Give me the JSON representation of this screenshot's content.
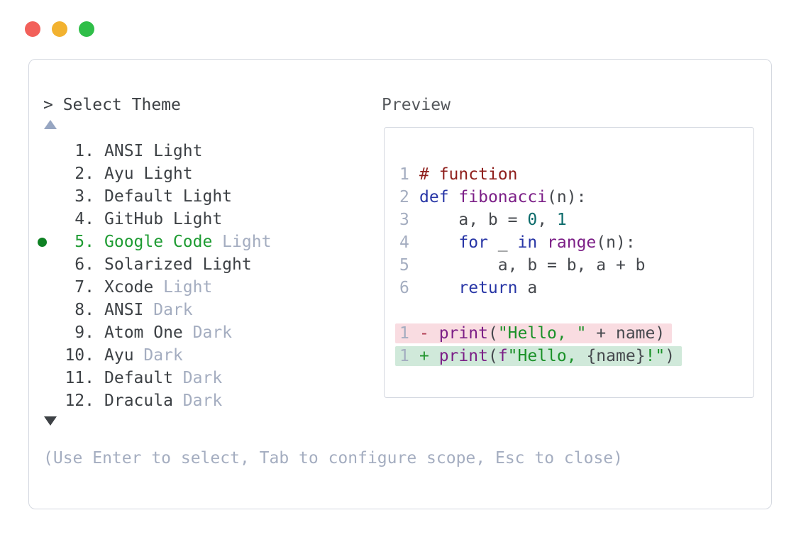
{
  "window": {
    "controls": [
      {
        "name": "close",
        "color": "#f2605a"
      },
      {
        "name": "minimize",
        "color": "#f2b230"
      },
      {
        "name": "zoom",
        "color": "#2fbe48"
      }
    ]
  },
  "picker": {
    "prompt": "> Select Theme",
    "scroll_up_symbol": "▲",
    "scroll_down_symbol": "▼",
    "selected_index": 5,
    "items": [
      {
        "number": "1",
        "selected": false,
        "parts": [
          {
            "text": "ANSI Light",
            "style": "normal"
          }
        ]
      },
      {
        "number": "2",
        "selected": false,
        "parts": [
          {
            "text": "Ayu Light",
            "style": "normal"
          }
        ]
      },
      {
        "number": "3",
        "selected": false,
        "parts": [
          {
            "text": "Default Light",
            "style": "normal"
          }
        ]
      },
      {
        "number": "4",
        "selected": false,
        "parts": [
          {
            "text": "GitHub Light",
            "style": "normal"
          }
        ]
      },
      {
        "number": "5",
        "selected": true,
        "parts": [
          {
            "text": "Google Code",
            "style": "selected"
          },
          {
            "text": " Light",
            "style": "muted"
          }
        ]
      },
      {
        "number": "6",
        "selected": false,
        "parts": [
          {
            "text": "Solarized Light",
            "style": "normal"
          }
        ]
      },
      {
        "number": "7",
        "selected": false,
        "parts": [
          {
            "text": "Xcode",
            "style": "normal"
          },
          {
            "text": " Light",
            "style": "muted"
          }
        ]
      },
      {
        "number": "8",
        "selected": false,
        "parts": [
          {
            "text": "ANSI",
            "style": "normal"
          },
          {
            "text": " Dark",
            "style": "muted"
          }
        ]
      },
      {
        "number": "9",
        "selected": false,
        "parts": [
          {
            "text": "Atom One",
            "style": "normal"
          },
          {
            "text": " Dark",
            "style": "muted"
          }
        ]
      },
      {
        "number": "10",
        "selected": false,
        "parts": [
          {
            "text": "Ayu",
            "style": "normal"
          },
          {
            "text": " Dark",
            "style": "muted"
          }
        ]
      },
      {
        "number": "11",
        "selected": false,
        "parts": [
          {
            "text": "Default",
            "style": "normal"
          },
          {
            "text": " Dark",
            "style": "muted"
          }
        ]
      },
      {
        "number": "12",
        "selected": false,
        "parts": [
          {
            "text": "Dracula",
            "style": "normal"
          },
          {
            "text": " Dark",
            "style": "muted"
          }
        ]
      }
    ],
    "hint": "(Use Enter to select, Tab to configure scope, Esc to close)"
  },
  "preview": {
    "label": "Preview",
    "code_lines": [
      {
        "num": "1",
        "bg": "none",
        "tokens": [
          {
            "text": "# function",
            "c": "com"
          }
        ]
      },
      {
        "num": "2",
        "bg": "none",
        "tokens": [
          {
            "text": "def",
            "c": "kw"
          },
          {
            "text": " ",
            "c": "pl"
          },
          {
            "text": "fibonacci",
            "c": "fn"
          },
          {
            "text": "(n):",
            "c": "pl"
          }
        ]
      },
      {
        "num": "3",
        "bg": "none",
        "tokens": [
          {
            "text": "    a, b = ",
            "c": "pl"
          },
          {
            "text": "0",
            "c": "lit"
          },
          {
            "text": ", ",
            "c": "pl"
          },
          {
            "text": "1",
            "c": "lit"
          }
        ]
      },
      {
        "num": "4",
        "bg": "none",
        "tokens": [
          {
            "text": "    ",
            "c": "pl"
          },
          {
            "text": "for",
            "c": "kw"
          },
          {
            "text": " _ ",
            "c": "pl"
          },
          {
            "text": "in",
            "c": "kw"
          },
          {
            "text": " ",
            "c": "pl"
          },
          {
            "text": "range",
            "c": "fn"
          },
          {
            "text": "(n):",
            "c": "pl"
          }
        ]
      },
      {
        "num": "5",
        "bg": "none",
        "tokens": [
          {
            "text": "        a, b = b, a + b",
            "c": "pl"
          }
        ]
      },
      {
        "num": "6",
        "bg": "none",
        "tokens": [
          {
            "text": "    ",
            "c": "pl"
          },
          {
            "text": "return",
            "c": "kw"
          },
          {
            "text": " a",
            "c": "pl"
          }
        ]
      },
      {
        "num": "",
        "bg": "none",
        "tokens": []
      },
      {
        "num": "1",
        "bg": "del",
        "tokens": [
          {
            "text": "- ",
            "c": "dmin"
          },
          {
            "text": "print",
            "c": "fn"
          },
          {
            "text": "(",
            "c": "pl"
          },
          {
            "text": "\"Hello, \"",
            "c": "str"
          },
          {
            "text": " + name)",
            "c": "pl"
          }
        ]
      },
      {
        "num": "1",
        "bg": "add",
        "tokens": [
          {
            "text": "+ ",
            "c": "dplus"
          },
          {
            "text": "print",
            "c": "fn"
          },
          {
            "text": "(",
            "c": "pl"
          },
          {
            "text": "f",
            "c": "fn"
          },
          {
            "text": "\"Hello, ",
            "c": "str"
          },
          {
            "text": "{name}",
            "c": "pl"
          },
          {
            "text": "!\"",
            "c": "str"
          },
          {
            "text": ")",
            "c": "pl"
          }
        ]
      }
    ]
  },
  "colors": {
    "text_dark": "#3d4145",
    "text_muted": "#a4adc0",
    "selected_green": "#1f9c33",
    "selected_dot": "#0e8123",
    "panel_border": "#d4d8e0",
    "code_plain": "#46494e",
    "code_comment": "#8f1f1c",
    "code_keyword": "#2836a6",
    "code_funcname": "#7c1f87",
    "code_literal": "#0c6b6b",
    "code_string": "#1a9128",
    "diff_minus": "#b03a50",
    "diff_plus": "#22952f",
    "diff_del_bg": "#f9dce1",
    "diff_add_bg": "#d0e9da",
    "traffic_red": "#f2605a",
    "traffic_yellow": "#f2b230",
    "traffic_green": "#2fbe48"
  }
}
